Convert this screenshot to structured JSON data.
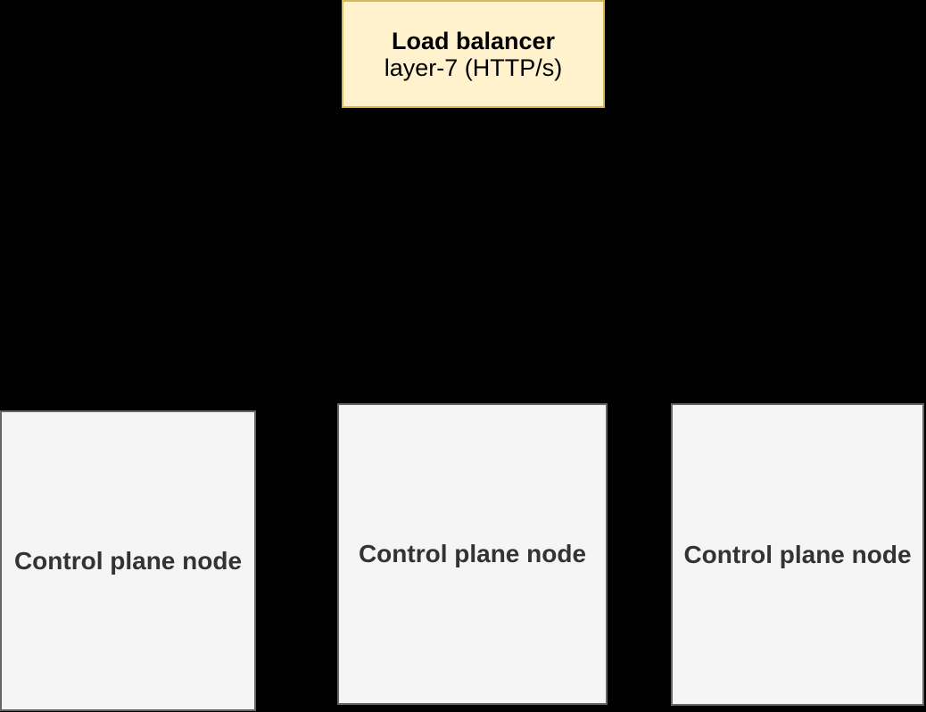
{
  "diagram": {
    "background_color": "#000000",
    "load_balancer": {
      "title": "Load balancer",
      "subtitle": "layer-7 (HTTP/s)",
      "fill_color": "#FFF2CC",
      "border_color": "#D6B656",
      "text_color": "#000000"
    },
    "control_plane_nodes": [
      {
        "label": "Control plane node"
      },
      {
        "label": "Control plane node"
      },
      {
        "label": "Control plane node"
      }
    ],
    "node_style": {
      "fill_color": "#F5F5F5",
      "border_color": "#666666",
      "text_color": "#333333"
    }
  }
}
